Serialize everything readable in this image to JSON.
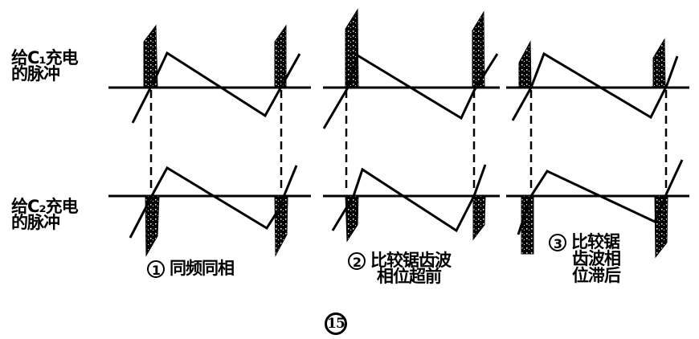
{
  "labels": {
    "c1_line1": "给C₁充电",
    "c1_line2": "的脉冲",
    "c2_line1": "给C₂充电",
    "c2_line2": "的脉冲"
  },
  "captions": [
    {
      "num": "1",
      "lines": [
        "同频同相"
      ]
    },
    {
      "num": "2",
      "lines": [
        "比较锯齿波",
        "相位超前"
      ]
    },
    {
      "num": "3",
      "lines": [
        "比较锯",
        "齿波相",
        "位滞后"
      ]
    }
  ],
  "figure_number": "15",
  "diagram": {
    "description": "Sawtooth waveform vs. charging pulses for capacitors C1 and C2 in three phase cases",
    "rows": [
      "C1 charging pulse (above axis)",
      "C2 charging pulse (below axis)"
    ],
    "cases": [
      "same frequency same phase",
      "sawtooth phase leading",
      "sawtooth phase lagging"
    ],
    "colors": {
      "ink": "#000000",
      "background": "#ffffff"
    }
  }
}
